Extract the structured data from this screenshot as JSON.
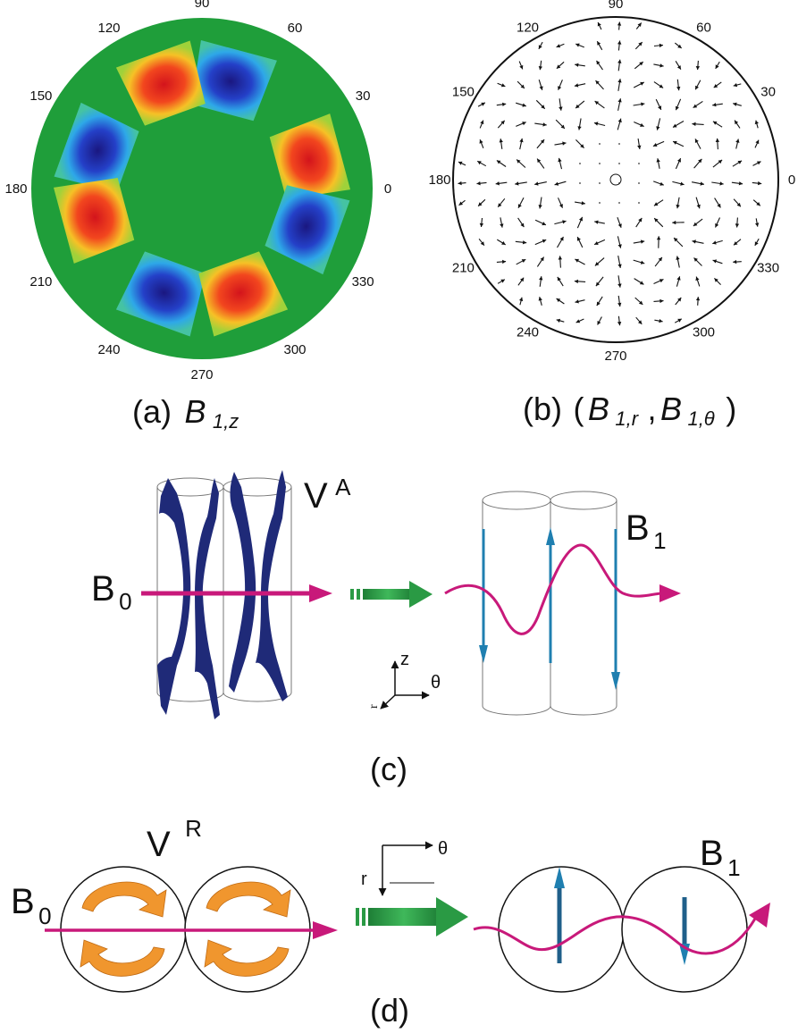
{
  "panel_a": {
    "angle_labels": [
      "0",
      "30",
      "60",
      "90",
      "120",
      "150",
      "180",
      "210",
      "240",
      "270",
      "300",
      "330"
    ],
    "caption": {
      "prefix": "(a)",
      "symbol": "B",
      "subscript": "1,z"
    },
    "colors": {
      "background": "#1f9e3a",
      "positive": "#e3261c",
      "negative": "#1d1a8c"
    }
  },
  "panel_b": {
    "angle_labels": [
      "0",
      "30",
      "60",
      "90",
      "120",
      "150",
      "180",
      "210",
      "240",
      "270",
      "300",
      "330"
    ],
    "caption": {
      "prefix": "(b)",
      "open": "(",
      "symbol1": "B",
      "sub1": "1,r",
      "comma": ",",
      "symbol2": "B",
      "sub2": "1,θ",
      "close": ")"
    }
  },
  "panel_c": {
    "label_va": "V",
    "label_va_sup": "A",
    "label_b0": "B",
    "label_b0_sub": "0",
    "label_b1": "B",
    "label_b1_sub": "1",
    "axis_z": "z",
    "axis_theta": "θ",
    "axis_r": "r",
    "caption": "(c)",
    "colors": {
      "flow": "#1f2a78",
      "field": "#c8197a",
      "arrow": "#2a9a44",
      "field_vec": "#1f7fb0"
    }
  },
  "panel_d": {
    "label_vr": "V",
    "label_vr_sup": "R",
    "label_b0": "B",
    "label_b0_sub": "0",
    "label_b1": "B",
    "label_b1_sub": "1",
    "axis_theta": "θ",
    "axis_r": "r",
    "caption": "(d)",
    "colors": {
      "flow": "#f0962e",
      "field": "#c8197a",
      "arrow": "#2a9a44",
      "field_vec": "#1f7fb0"
    }
  }
}
